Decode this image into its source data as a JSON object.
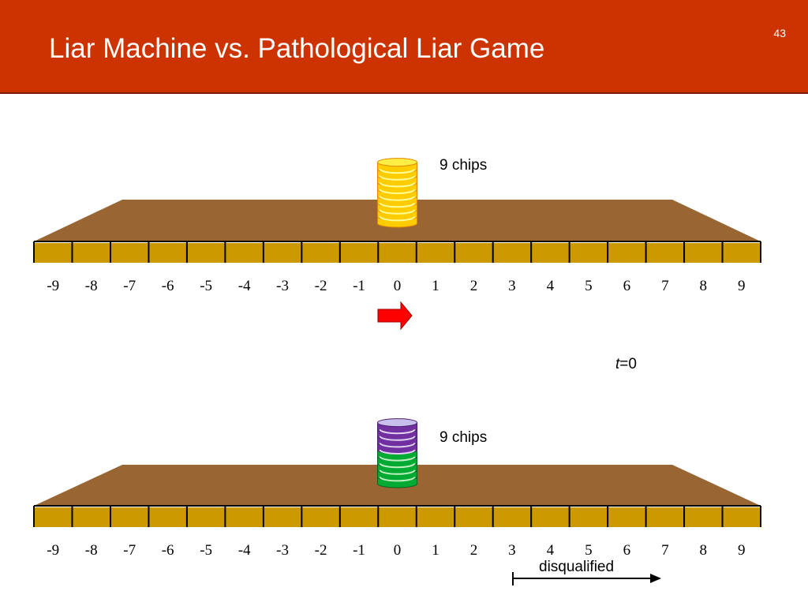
{
  "slide": {
    "title": "Liar Machine vs. Pathological Liar Game",
    "number": "43"
  },
  "colors": {
    "header_bg": "#cc3300",
    "board_top": "#996633",
    "board_strip": "#cc9900",
    "arrow": "#ff0000",
    "chip_yellow": "#ffcc00",
    "chip_purple": "#7030a0",
    "chip_green": "#00aa33"
  },
  "positions": [
    "-9",
    "-8",
    "-7",
    "-6",
    "-5",
    "-4",
    "-3",
    "-2",
    "-1",
    "0",
    "1",
    "2",
    "3",
    "4",
    "5",
    "6",
    "7",
    "8",
    "9"
  ],
  "panels": [
    {
      "id": "liar-machine",
      "chip_label": "9 chips",
      "stack_position": "0",
      "chips": [
        {
          "color": "yellow",
          "count": 9
        }
      ],
      "arrow_direction": "right"
    },
    {
      "id": "pathological-liar-game",
      "chip_label": "9 chips",
      "stack_position": "0",
      "chips": [
        {
          "color": "green",
          "count": 5
        },
        {
          "color": "purple",
          "count": 4
        }
      ],
      "disqualified_label": "disqualified",
      "disqualified_from": "3"
    }
  ],
  "time": {
    "var": "t",
    "eq": "=0"
  }
}
